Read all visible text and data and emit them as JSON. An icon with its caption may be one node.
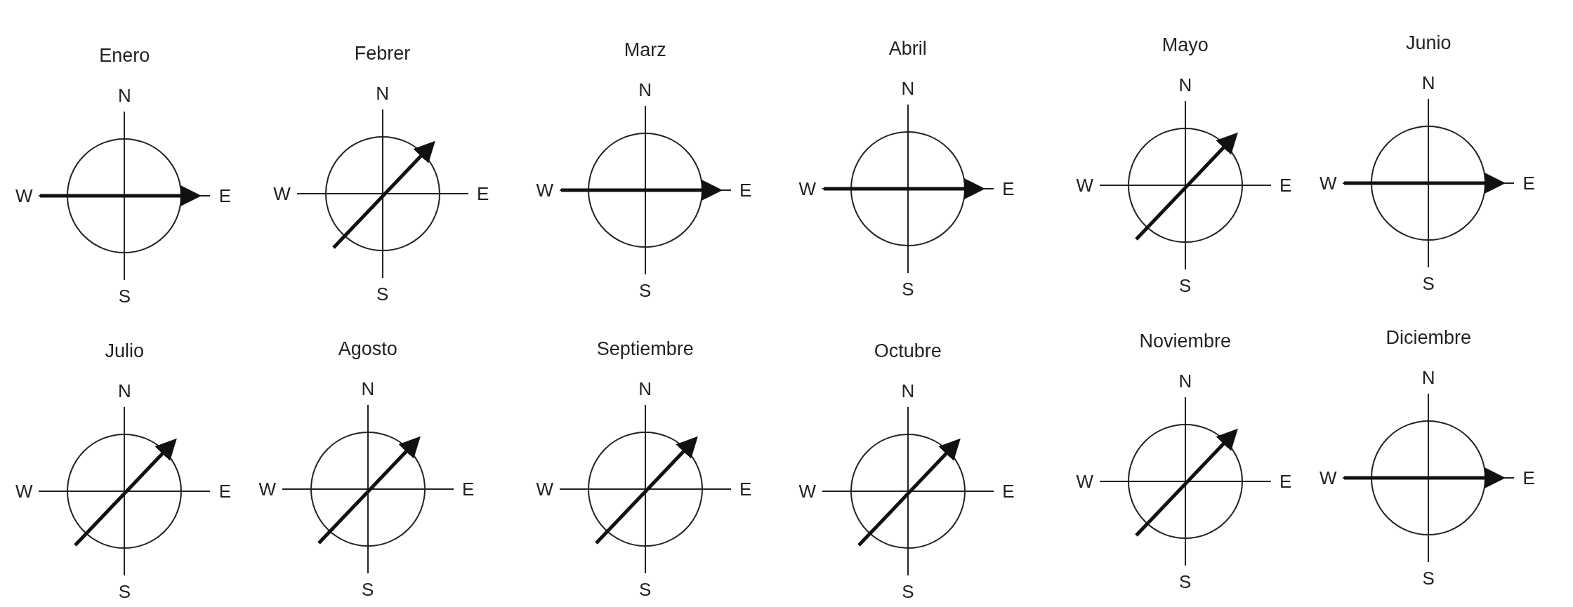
{
  "diagram": {
    "nodes": [
      {
        "text": [
          "Enero",
          "N",
          "W",
          "E",
          "S"
        ]
      },
      {
        "text": [
          "Febrer",
          "N",
          "W",
          "E",
          "S"
        ]
      },
      {
        "text": [
          "Marz",
          "N",
          "W",
          "E",
          "S"
        ]
      },
      {
        "text": [
          "Abril",
          "N",
          "W",
          "E",
          "S"
        ]
      },
      {
        "text": [
          "Mayo",
          "N",
          "W",
          "E",
          "S"
        ]
      },
      {
        "text": [
          "Junio",
          "N",
          "W",
          "E",
          "S"
        ]
      },
      {
        "text": [
          "Julio",
          "N",
          "W",
          "E",
          "S"
        ]
      },
      {
        "text": [
          "Agosto",
          "N",
          "W",
          "E",
          "S"
        ]
      },
      {
        "text": [
          "Septiembre",
          "N",
          "W",
          "E",
          "S"
        ]
      },
      {
        "text": [
          "Octubre",
          "N",
          "W",
          "E",
          "S"
        ]
      },
      {
        "text": [
          "Noviembre",
          "N",
          "W",
          "E",
          "S"
        ]
      },
      {
        "text": [
          "Diciembre",
          "N",
          "W",
          "E",
          "S"
        ]
      }
    ]
  }
}
